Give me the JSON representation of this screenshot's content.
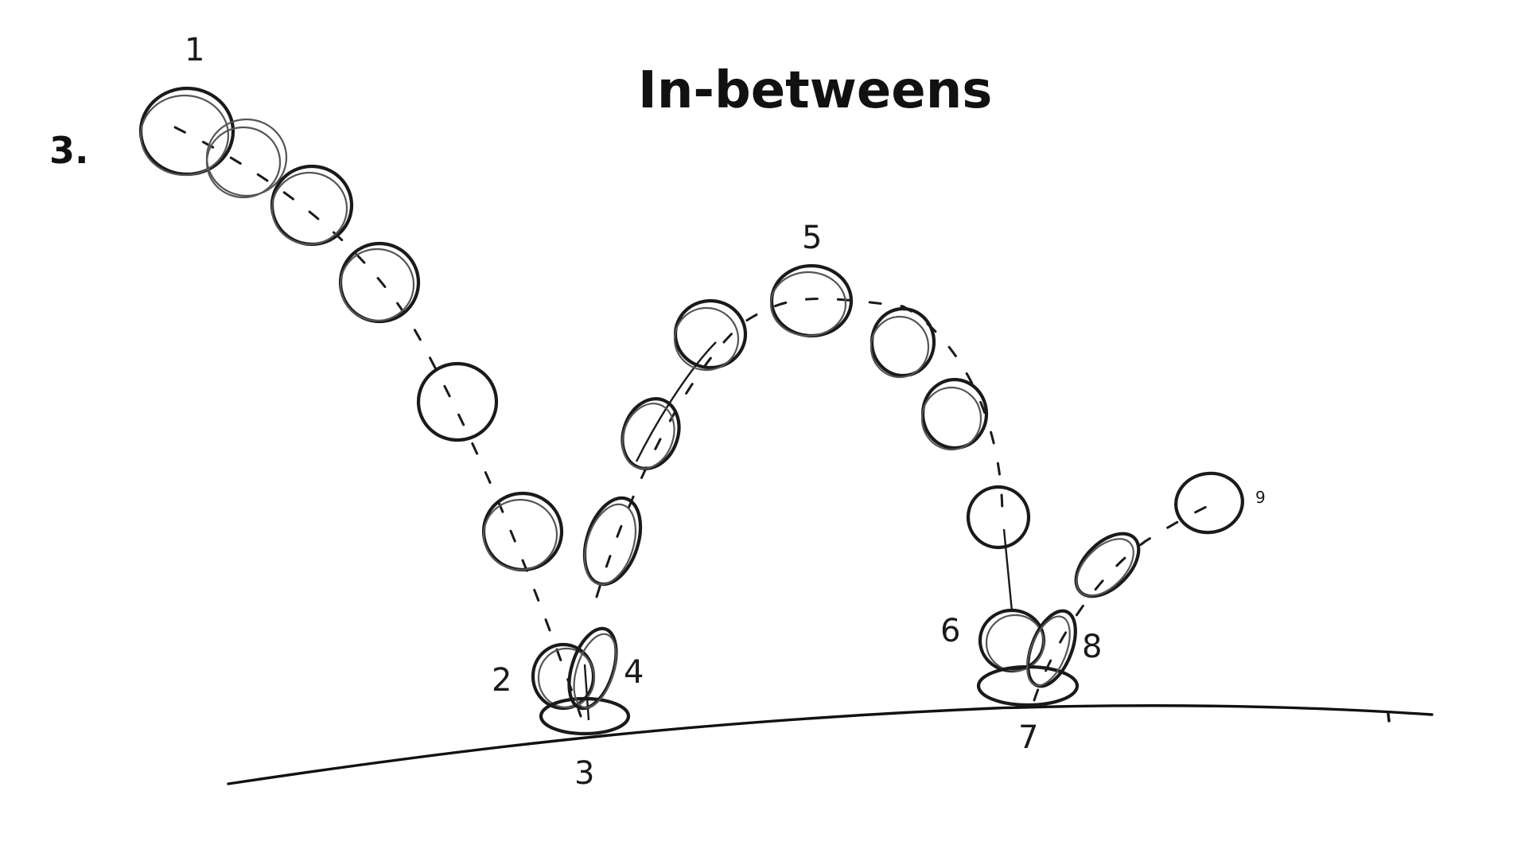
{
  "title": "In-betweens",
  "step_number": "3.",
  "frame_labels": {
    "f1": "1",
    "f2": "2",
    "f3": "3",
    "f4": "4",
    "f5": "5",
    "f6": "6",
    "f7": "7",
    "f8": "8",
    "f9": "9"
  },
  "colors": {
    "ink": "#1a1a1a",
    "paper": "#ffffff"
  }
}
